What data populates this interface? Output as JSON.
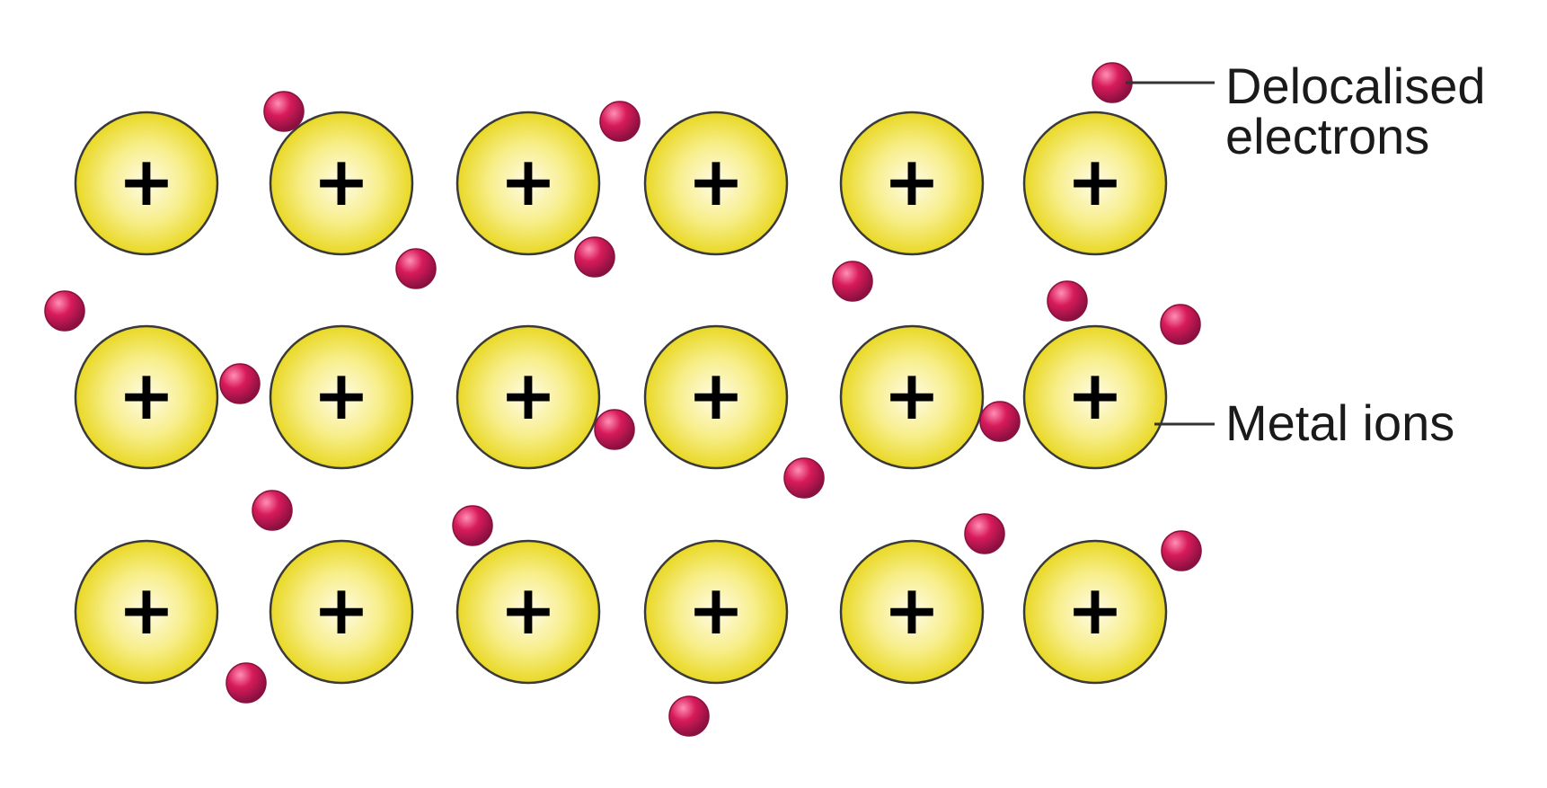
{
  "diagram": {
    "labels": {
      "electrons_line1": "Delocalised",
      "electrons_line2": "electrons",
      "metal_ions": "Metal ions"
    },
    "ion_symbol": "+",
    "ion_rows": 3,
    "ion_cols": 6,
    "colors": {
      "ion_center": "#fffbe6",
      "ion_edge": "#e9d825",
      "ion_outline": "#3a3a3a",
      "electron": "#d81b5a",
      "electron_highlight": "#ff8fb5",
      "electron_outline": "#8a1040",
      "symbol": "#000000",
      "leader_line": "#333333"
    }
  }
}
